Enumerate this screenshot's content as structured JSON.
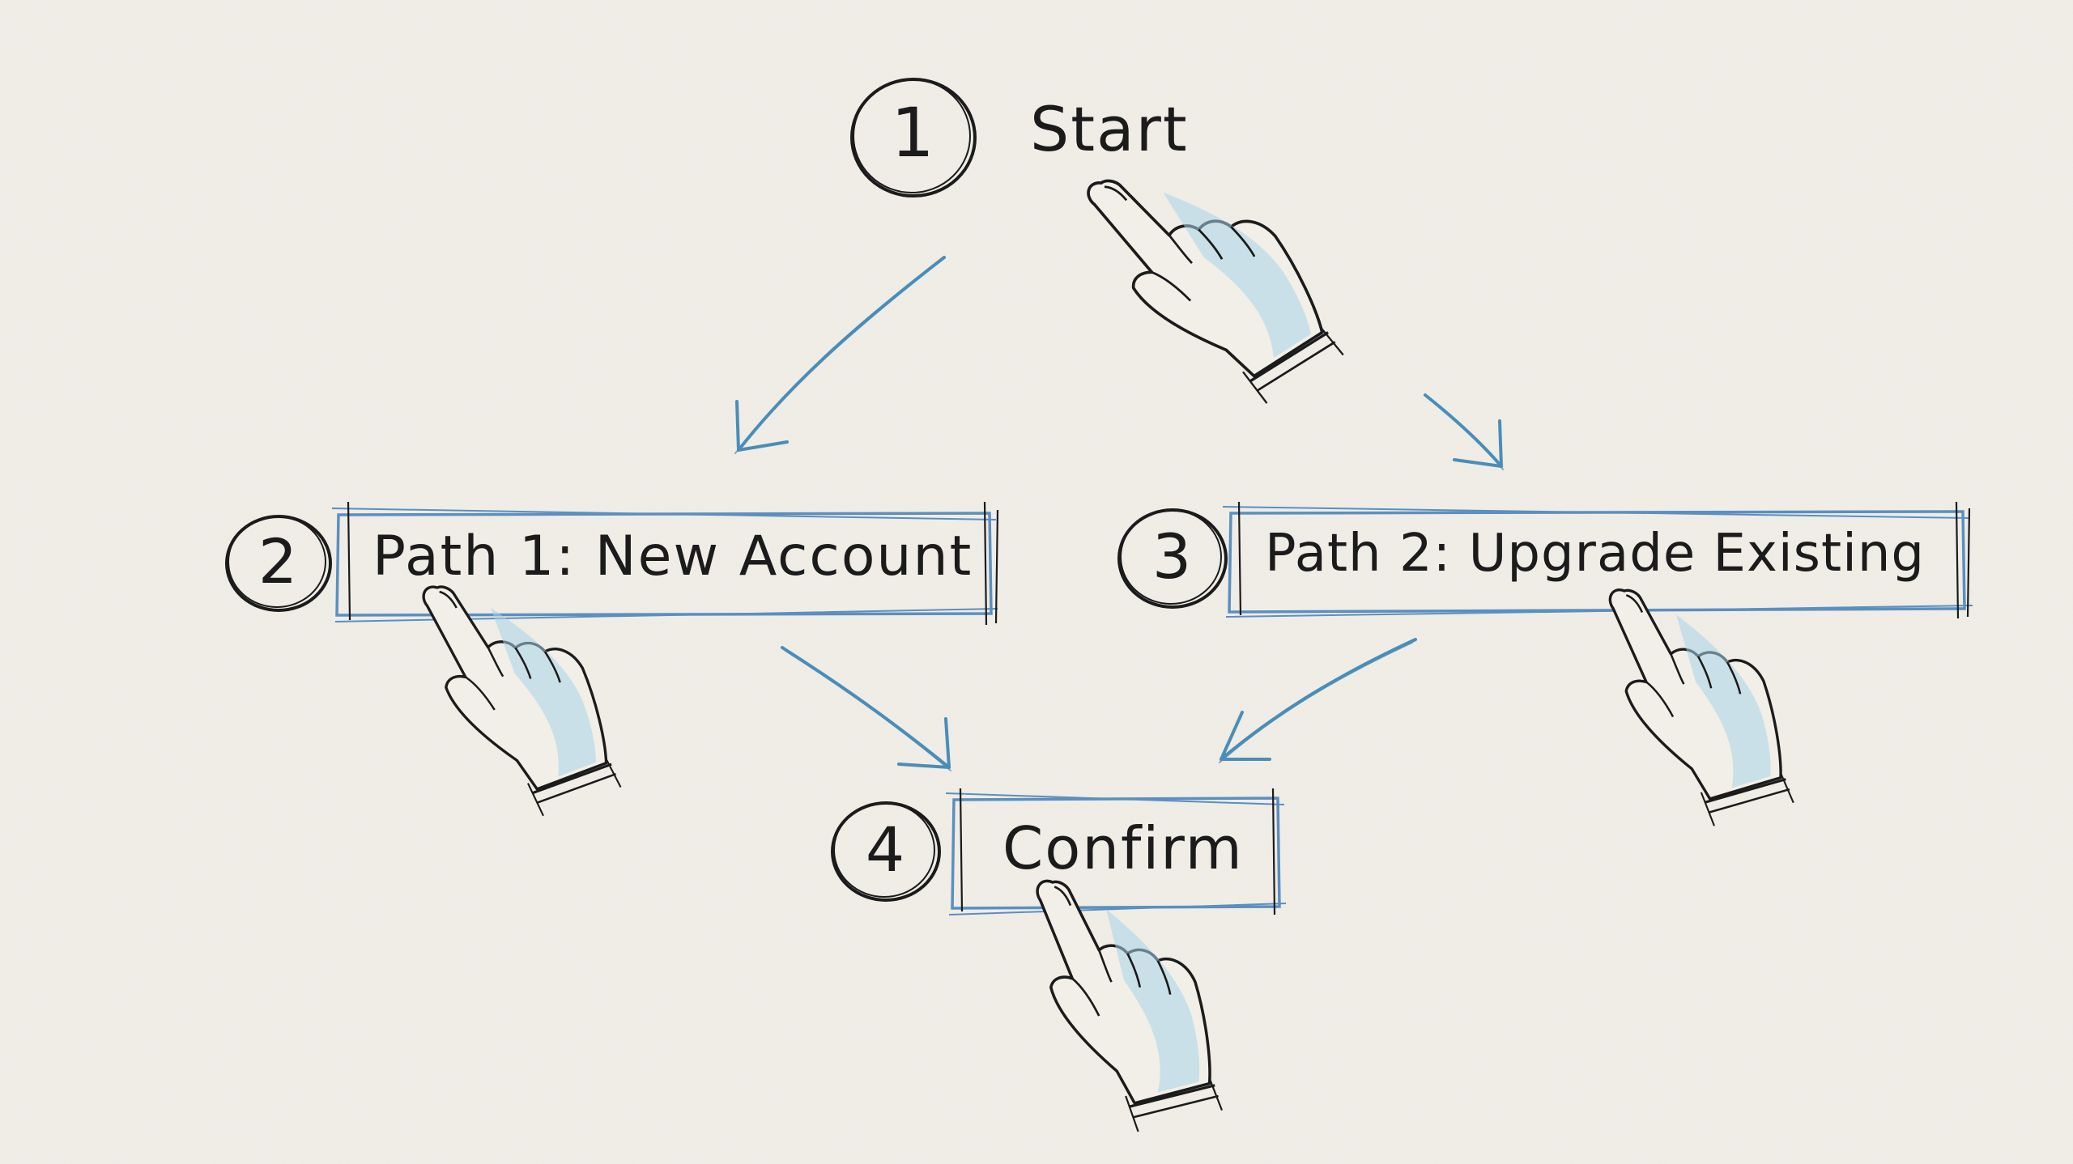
{
  "diagram": {
    "colors": {
      "ink": "#1b1b1b",
      "arrow": "#4a8db8",
      "box": "#5b8fc0",
      "skin_shade": "#a9d3ea",
      "paper": "#f1efe8"
    },
    "steps": [
      {
        "id": "start",
        "number": "1",
        "label": "Start"
      },
      {
        "id": "path-1",
        "number": "2",
        "label": "Path 1: New Account"
      },
      {
        "id": "path-2",
        "number": "3",
        "label": "Path 2: Upgrade Existing"
      },
      {
        "id": "confirm",
        "number": "4",
        "label": "Confirm"
      }
    ],
    "connections": [
      {
        "from": "start",
        "to": "path-1"
      },
      {
        "from": "start",
        "to": "path-2"
      },
      {
        "from": "path-1",
        "to": "confirm"
      },
      {
        "from": "path-2",
        "to": "confirm"
      }
    ],
    "icons": [
      "pointing-hand-icon",
      "pointing-hand-icon",
      "pointing-hand-icon",
      "pointing-hand-icon"
    ]
  }
}
